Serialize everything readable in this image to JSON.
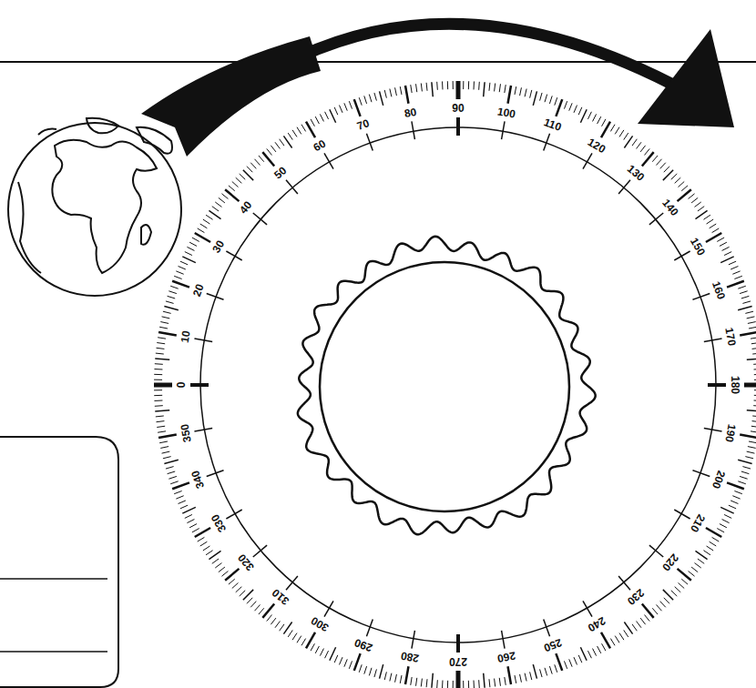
{
  "diagram": {
    "labels": [
      "0",
      "10",
      "20",
      "30",
      "40",
      "50",
      "60",
      "70",
      "80",
      "90",
      "100",
      "110",
      "120",
      "130",
      "140",
      "150",
      "160",
      "170",
      "180",
      "190",
      "200",
      "210",
      "220",
      "230",
      "240",
      "250",
      "260",
      "270",
      "280",
      "290",
      "300",
      "310",
      "320",
      "330",
      "340",
      "350"
    ]
  }
}
